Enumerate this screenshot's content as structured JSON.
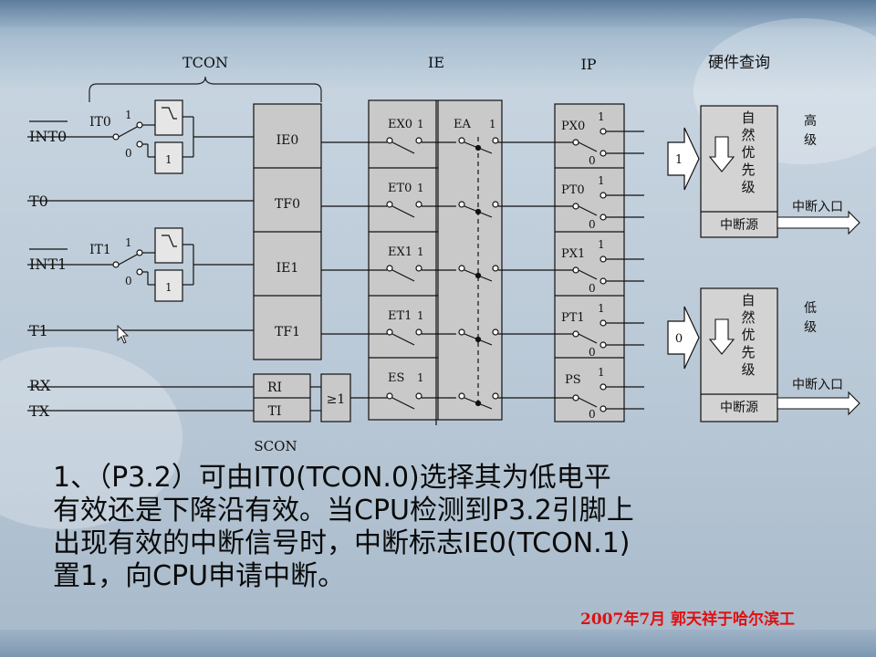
{
  "diagram": {
    "headers": {
      "tcon": "TCON",
      "ie": "IE",
      "ip": "IP",
      "poll": "硬件查询",
      "scon": "SCON"
    },
    "inputs": {
      "int0": "INT0",
      "t0": "T0",
      "int1": "INT1",
      "t1": "T1",
      "rx": "RX",
      "tx": "TX"
    },
    "it_labels": {
      "it0": "IT0",
      "it1": "IT1"
    },
    "flags": {
      "ie0": "IE0",
      "tf0": "TF0",
      "ie1": "IE1",
      "tf1": "TF1",
      "ri": "RI",
      "ti": "TI",
      "or_gate": "≥1"
    },
    "ie_bits": {
      "ex0": "EX0",
      "et0": "ET0",
      "ex1": "EX1",
      "et1": "ET1",
      "es": "ES",
      "ea": "EA"
    },
    "ip_bits": {
      "px0": "PX0",
      "pt0": "PT0",
      "px1": "PX1",
      "pt1": "PT1",
      "ps": "PS"
    },
    "one": "1",
    "zero": "0",
    "high_box": {
      "text": "自然优先级",
      "source": "中断源",
      "priority": "高级",
      "entry": "中断入口",
      "in_value": "1"
    },
    "low_box": {
      "text": "自然优先级",
      "source": "中断源",
      "priority": "低级",
      "entry": "中断入口",
      "in_value": "0"
    }
  },
  "description": {
    "line1": "1、（P3.2）可由IT0(TCON.0)选择其为低电平",
    "line2": "有效还是下降沿有效。当CPU检测到P3.2引脚上",
    "line3": "出现有效的中断信号时，中断标志IE0(TCON.1)",
    "line4": "置1，向CPU申请中断。"
  },
  "footer": "2007年7月  郭天祥于哈尔滨工"
}
